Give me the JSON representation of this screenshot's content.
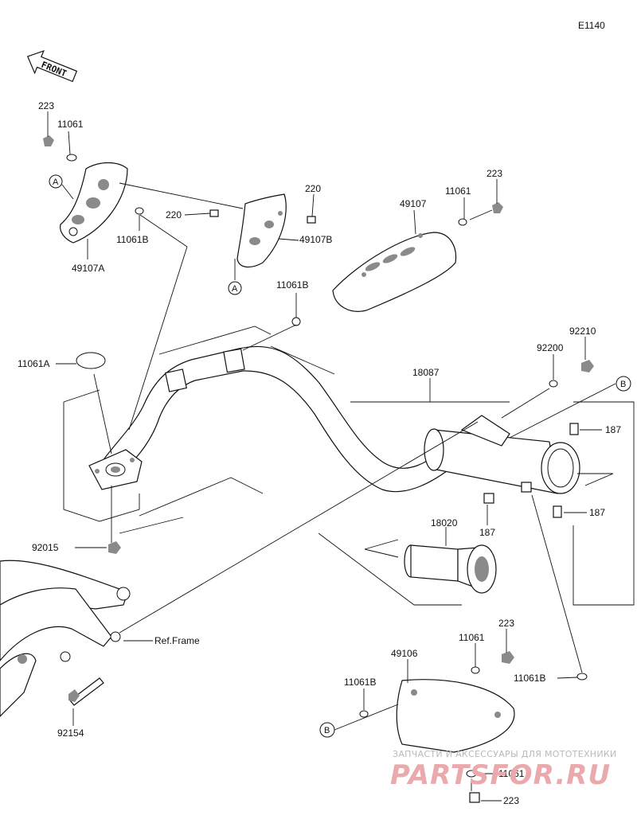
{
  "diagram_code": "E1140",
  "front_label": "FRONT",
  "ref_markers": {
    "a": "A",
    "b": "B"
  },
  "callouts": {
    "nut_223_top_left": "223",
    "washer_11061_top_left": "11061",
    "marker_a_left": "A",
    "washer_11061b_left": "11061B",
    "cover_49107a": "49107A",
    "screw_220_left": "220",
    "screw_220_right": "220",
    "cover_49107b": "49107B",
    "marker_a_center": "A",
    "washer_11061b_center": "11061B",
    "cover_49107": "49107",
    "washer_11061_top_right": "11061",
    "nut_223_top_right": "223",
    "gasket_11061a": "11061A",
    "muffler_18087": "18087",
    "washer_92200": "92200",
    "nut_92210": "92210",
    "marker_b_right": "B",
    "bolt_187_upper": "187",
    "bolt_187_lower_right": "187",
    "bolt_187_lower_center": "187",
    "nut_92015": "92015",
    "arrester_18020": "18020",
    "ref_frame": "Ref.Frame",
    "bolt_92154": "92154",
    "cover_49106": "49106",
    "washer_11061_bottom": "11061",
    "nut_223_bottom": "223",
    "washer_11061b_bottom_left": "11061B",
    "marker_b_bottom": "B",
    "washer_11061b_bottom_right": "11061B",
    "washer_11061_lowest": "11061",
    "nut_223_lowest": "223"
  },
  "watermark": {
    "line1": "ЗАПЧАСТИ И АКСЕССУАРЫ ДЛЯ МОТОТЕХНИКИ",
    "line2": "PARTSFOR.RU"
  }
}
